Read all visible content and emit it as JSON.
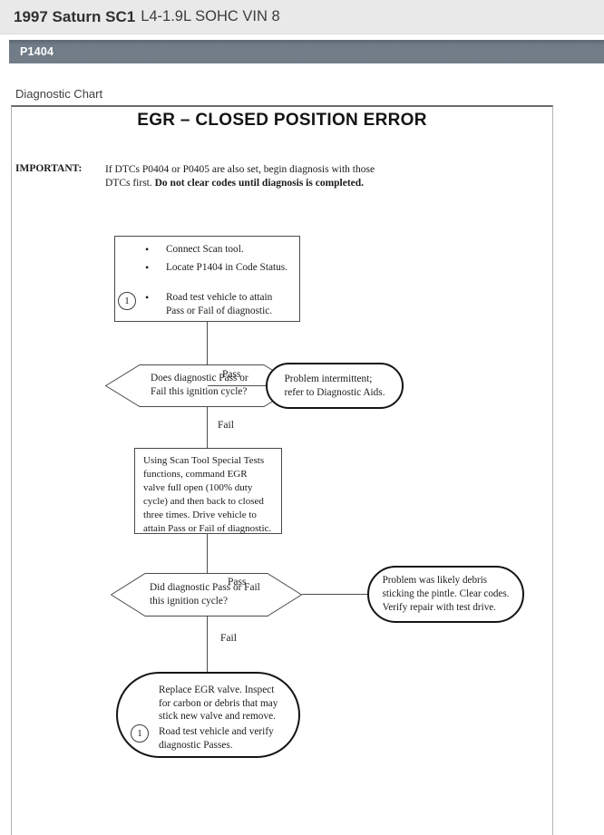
{
  "header": {
    "vehicle_bold": "1997 Saturn SC1",
    "vehicle_rest": "L4-1.9L SOHC VIN 8",
    "code": "P1404"
  },
  "section_label": "Diagnostic Chart",
  "glyphs": {
    "bullet": "•"
  },
  "colors": {
    "header_bg": "#e9e9ea",
    "code_bar_bg": "#727d88",
    "line": "#4d4d4d",
    "thick_border": "#141414"
  },
  "chart": {
    "title": "EGR – CLOSED POSITION ERROR",
    "important_label": "IMPORTANT:",
    "important_line1": "If DTCs P0404 or P0405 are also set, begin diagnosis with those",
    "important_line2_normal": "DTCs first. ",
    "important_line2_bold": "Do not clear codes until diagnosis is completed.",
    "step1": {
      "note_number": "1",
      "bullet1": "Connect Scan tool.",
      "bullet2": "Locate P1404 in Code Status.",
      "bullet3_line1": "Road test vehicle to attain",
      "bullet3_line2": "Pass or Fail of diagnostic."
    },
    "decision1": {
      "line1": "Does diagnostic Pass or",
      "line2": "Fail this ignition cycle?",
      "pass_label": "Pass",
      "fail_label": "Fail"
    },
    "result1": {
      "line1": "Problem intermittent;",
      "line2": "refer to Diagnostic Aids."
    },
    "step2": {
      "lines": [
        "Using Scan Tool Special Tests",
        "functions, command EGR",
        "valve full open (100% duty",
        "cycle) and then back to closed",
        "three times. Drive vehicle to",
        "attain Pass or Fail of diagnostic."
      ]
    },
    "decision2": {
      "line1": "Did diagnostic Pass or Fail",
      "line2": "this ignition cycle?",
      "pass_label": "Pass",
      "fail_label": "Fail"
    },
    "result2": {
      "line1": "Problem was likely debris",
      "line2": "sticking the pintle. Clear codes.",
      "line3": "Verify repair with test drive."
    },
    "final": {
      "note_number": "1",
      "line1": "Replace EGR valve. Inspect",
      "line2": "for carbon or debris that may",
      "line3": "stick new valve and remove.",
      "line4": "Road test vehicle and verify",
      "line5": "diagnostic Passes."
    }
  }
}
